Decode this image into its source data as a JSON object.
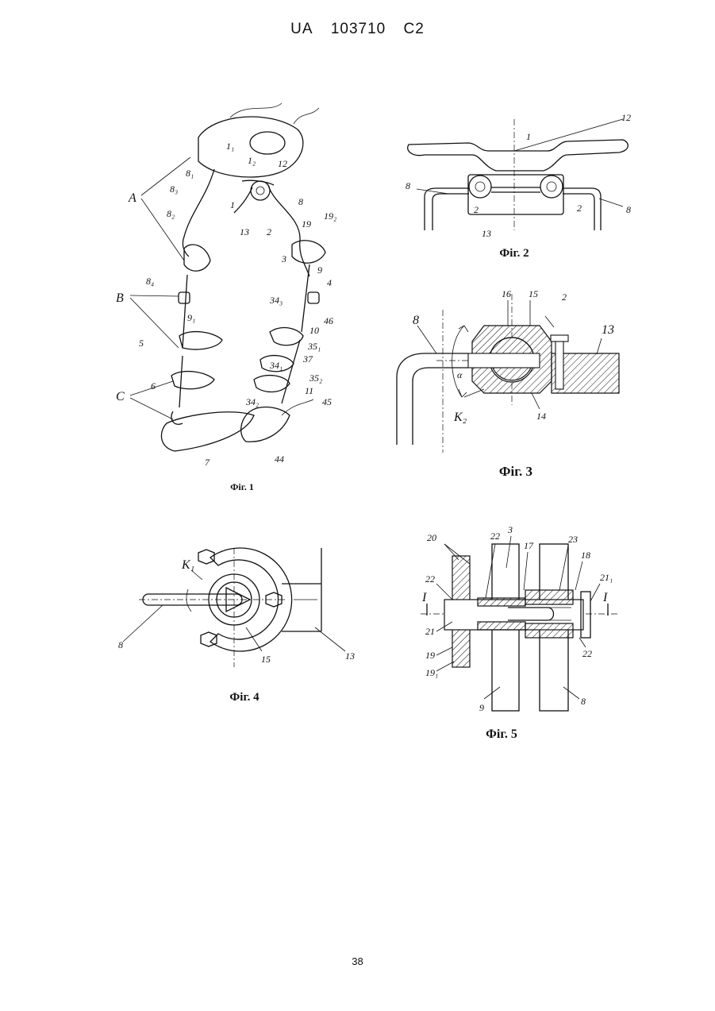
{
  "header": {
    "country": "UA",
    "number": "103710",
    "kind": "C2"
  },
  "page_number": "38",
  "figures": {
    "fig1": {
      "caption": "Фіг. 1",
      "labels": [
        "A",
        "B",
        "C",
        "1₁",
        "1₂",
        "8₁",
        "8₃",
        "8₂",
        "8₄",
        "9₁",
        "5",
        "6",
        "7",
        "12",
        "13",
        "1",
        "2",
        "8",
        "19",
        "19₂",
        "3",
        "9",
        "4",
        "46",
        "34₃",
        "10",
        "35₁",
        "34₁",
        "37",
        "35₂",
        "34₂",
        "11",
        "45",
        "44"
      ]
    },
    "fig2": {
      "caption": "Фіг. 2",
      "labels": [
        "1",
        "12",
        "8",
        "2",
        "13",
        "2",
        "8"
      ]
    },
    "fig3": {
      "caption": "Фіг. 3",
      "labels": [
        "16",
        "15",
        "2",
        "8",
        "13",
        "α",
        "K₂",
        "14"
      ]
    },
    "fig4": {
      "caption": "Фіг. 4",
      "labels": [
        "K₁",
        "8",
        "15",
        "13"
      ]
    },
    "fig5": {
      "caption": "Фіг. 5",
      "labels": [
        "20",
        "22",
        "3",
        "17",
        "23",
        "18",
        "22",
        "I",
        "21₁",
        "I",
        "21",
        "22",
        "19",
        "19₁",
        "9",
        "8"
      ]
    }
  }
}
